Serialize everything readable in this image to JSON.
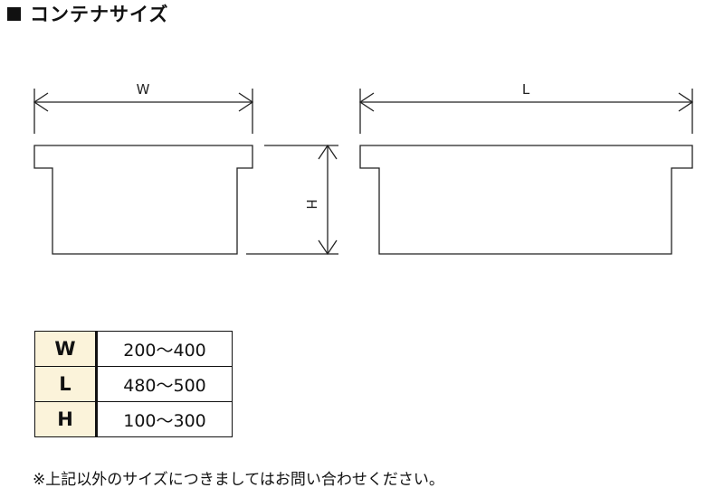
{
  "title": "コンテナサイズ",
  "diagram": {
    "width_label": "W",
    "length_label": "L",
    "height_label": "H"
  },
  "sizes_table": {
    "rows": [
      {
        "key": "W",
        "value": "200〜400"
      },
      {
        "key": "L",
        "value": "480〜500"
      },
      {
        "key": "H",
        "value": "100〜300"
      }
    ]
  },
  "note": "※上記以外のサイズにつきましてはお問い合わせください。"
}
